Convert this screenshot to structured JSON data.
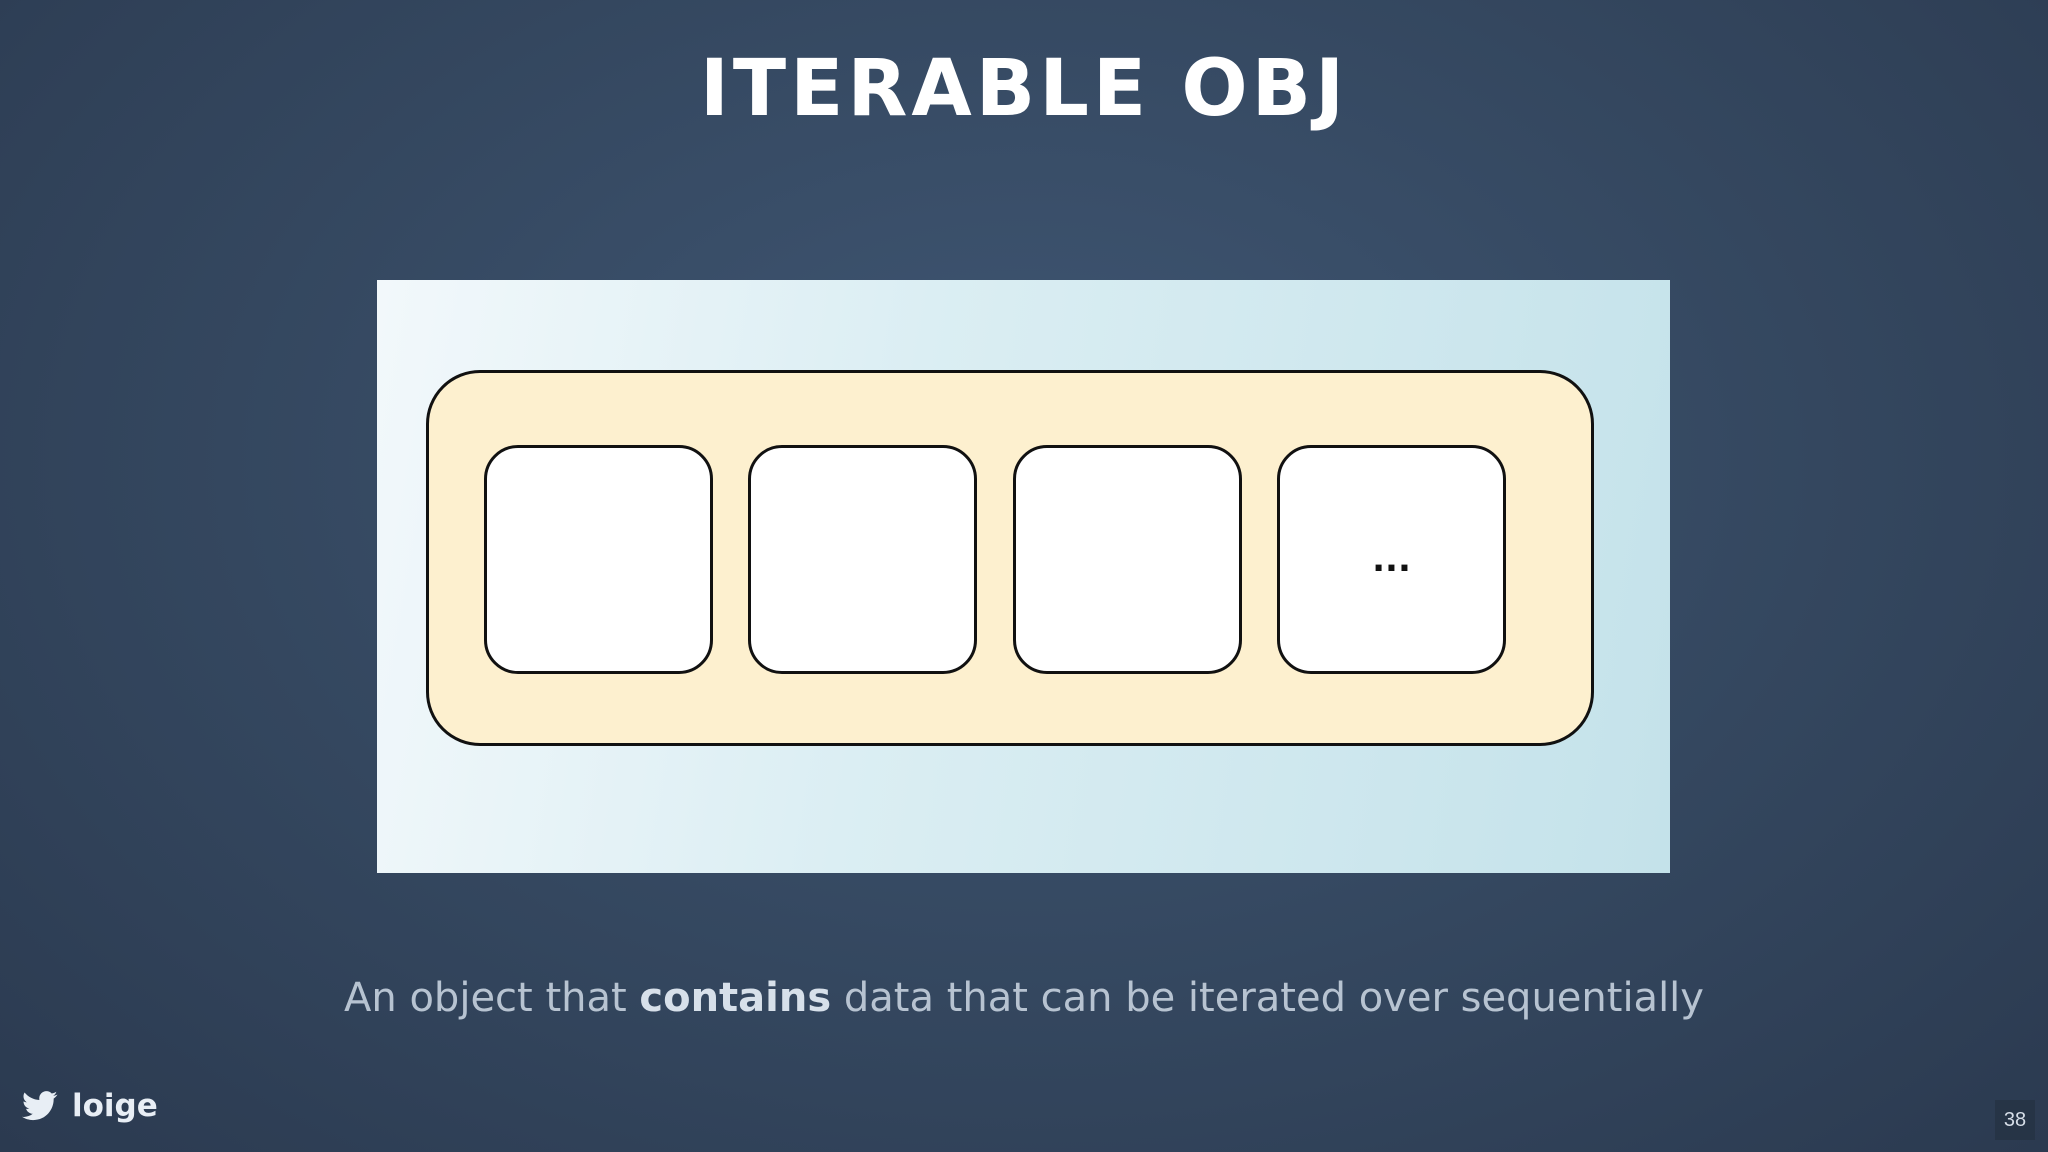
{
  "slide": {
    "title": "ITERABLE OBJ",
    "subtitle": {
      "before": "An object that ",
      "emphasis": "contains",
      "after": " data that can be iterated over sequentially"
    },
    "page_number": "38"
  },
  "diagram": {
    "items": [
      {
        "label": ""
      },
      {
        "label": ""
      },
      {
        "label": ""
      },
      {
        "label": "..."
      }
    ]
  },
  "footer": {
    "icon": "twitter-bird-icon",
    "handle": "loige"
  }
}
